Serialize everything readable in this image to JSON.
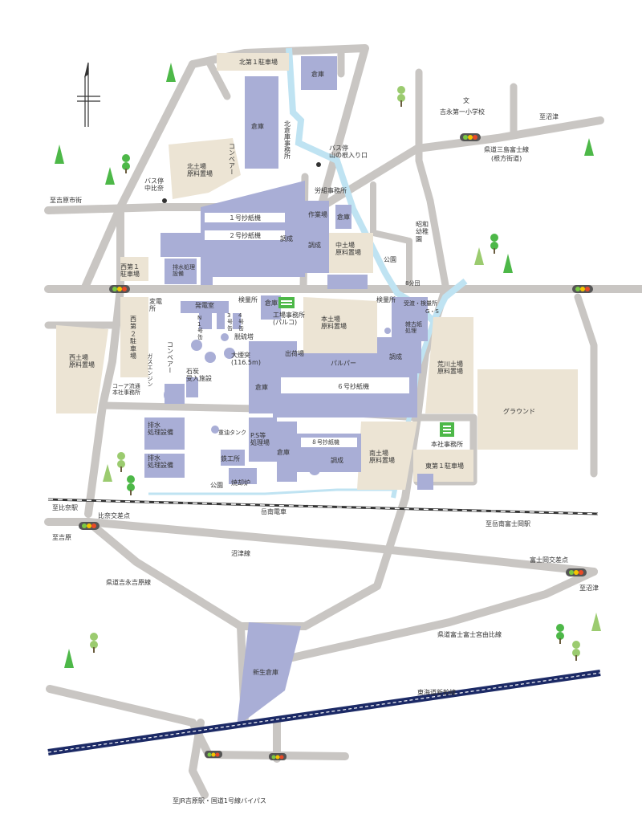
{
  "colors": {
    "road": "#c9c6c3",
    "building": "#a9aed6",
    "material_yard": "#ece4d4",
    "water": "#bfe3f2",
    "tree": "#4db848",
    "office_icon": "#4db848",
    "railway": "#1c2a66"
  },
  "labels": {
    "north_parking_1": "北第１駐車場",
    "warehouse": "倉庫",
    "north_warehouse_office": "北倉庫事務所",
    "bus_stop_yamanone": "バス停\n山の根入り口",
    "school_mark": "文",
    "school": "吉永第一小学校",
    "to_numazu_top": "至沼津",
    "pref_road_mishima": "県道三島富士線",
    "pref_road_mishima_sub": "(根方街道)",
    "north_yard": "北土場\n原料置場",
    "conveyor": "コンベアー",
    "bus_stop_nakahina": "バス停\n中比奈",
    "to_yoshiwara_ichi": "至吉原市街",
    "labor_union_office": "労組事務所",
    "work_area": "作業場",
    "pm1": "１号抄紙機",
    "pm2": "２号抄紙機",
    "prep": "調成",
    "middle_yard": "中土場\n原料置場",
    "park": "公園",
    "showa_kindergarten": "昭和\n幼稚\n園",
    "west_parking_1": "西第１\n駐車場",
    "wastewater_facility_small": "排水処理\n設備",
    "fire_brigade": "8分団",
    "substation": "変電\n所",
    "power_house": "発電室",
    "inspection_office": "検量所",
    "factory_office": "工場事務所\n(パルコ)",
    "main_yard": "本土場\n原料置場",
    "receiving_inspection": "受渡・検量所",
    "gs": "G・S",
    "waste_paper_processing": "雑古紙\n処理",
    "arakawa_yard": "荒川土場\n原料置場",
    "west_parking_2": "西\n第\n２\n駐\n車\n場",
    "n1_tank": "N\n1\n号\n缶",
    "tank3": "3\n号\n缶",
    "tank4": "4\n号\n缶",
    "desulfurization": "脱硫塔",
    "chimney": "大煙突\n(116.5m)",
    "gas_engine": "ガスエンジン",
    "west_yard": "西土場\n原料置場",
    "coal_facility": "石炭\n受入施設",
    "shipping": "出荷場",
    "pulper": "パルパー",
    "pm6": "６号抄紙機",
    "ground": "グラウンド",
    "core_logistics": "コーア流通\n本社事務所",
    "wastewater_facility": "排水\n処理設備",
    "heavy_oil_tank": "重油タンク",
    "ps_facility": "P.S等\n処理場",
    "pm8": "８号抄紙機",
    "head_office": "本社事務所",
    "wastewater_facility2": "排水\n処理設備",
    "iron_works": "鉄工所",
    "south_yard": "南土場\n原料置場",
    "east_parking_1": "東第１駐車場",
    "incinerator": "焼却炉",
    "to_hina_station": "至比奈駅",
    "gakunan_railway": "岳南電車",
    "to_gakunan_fujioka": "至岳南富士岡駅",
    "hina_intersection": "比奈交差点",
    "to_yoshiwara": "至吉原",
    "numazu_line": "沼津線",
    "fujioka_intersection": "富士岡交差点",
    "pref_road_yoshinaga": "県道吉永吉原線",
    "to_numazu_bottom": "至沼津",
    "pref_road_fuji_miyahibi": "県道富士富士宮由比線",
    "new_warehouse": "新生倉庫",
    "tokaido_shinkansen": "東海道新幹線",
    "to_jr_yoshiwara": "至JR吉原駅・国道1号線バイパス"
  }
}
